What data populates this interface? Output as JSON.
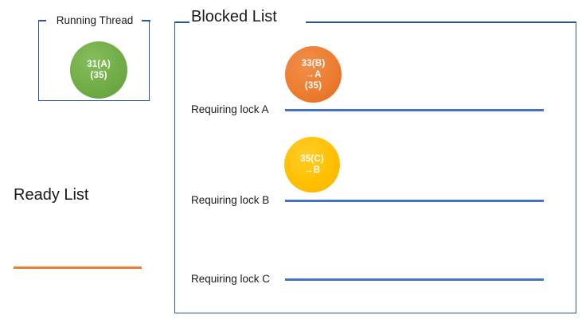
{
  "diagram": {
    "title_running": "Running Thread",
    "title_blocked": "Blocked List",
    "title_ready": "Ready List",
    "colors": {
      "panel_border": "#2E5496",
      "lock_line": "#4472C4",
      "ready_line": "#ED7D31",
      "node_running": "#70AD47",
      "node_blocked_b": "#ED7D31",
      "node_blocked_c": "#FFC000",
      "text": "#1a1a1a"
    },
    "running_thread": {
      "node": {
        "id": "31(A)",
        "lines": [
          "31(A)",
          "(35)"
        ],
        "color": "#70AD47"
      }
    },
    "blocked_list": {
      "nodes": [
        {
          "id": "33(B)",
          "lines": [
            "33(B)",
            "→A",
            "(35)"
          ],
          "color": "#ED7D31",
          "waiting_on": "A"
        },
        {
          "id": "35(C)",
          "lines": [
            "35(C)",
            "→B"
          ],
          "color": "#FFC000",
          "waiting_on": "B"
        }
      ],
      "locks": [
        {
          "label": "Requiring lock A",
          "lock": "A"
        },
        {
          "label": "Requiring lock B",
          "lock": "B"
        },
        {
          "label": "Requiring lock C",
          "lock": "C"
        }
      ]
    }
  }
}
